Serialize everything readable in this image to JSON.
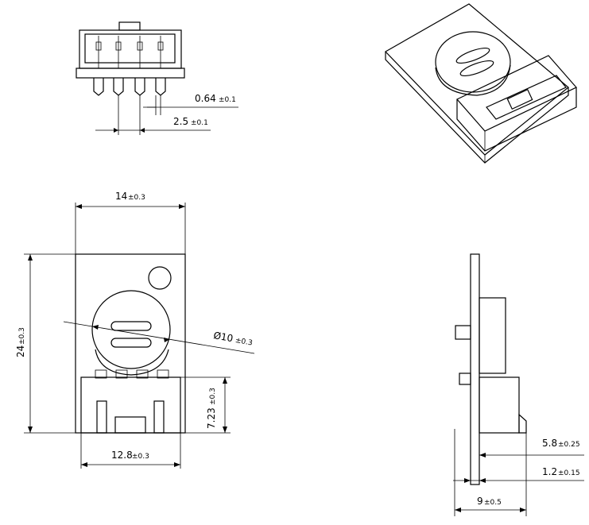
{
  "dimensions": {
    "pin_width": {
      "value": "0.64",
      "tol": "±0.1"
    },
    "pin_pitch": {
      "value": "2.5",
      "tol": "±0.1"
    },
    "board_width": {
      "value": "14",
      "tol": "±0.3"
    },
    "board_height": {
      "value": "24",
      "tol": "±0.3"
    },
    "sensor_diameter": {
      "value": "Ø10",
      "tol": "±0.3"
    },
    "connector_height": {
      "value": "7.23",
      "tol": "±0.3"
    },
    "connector_width": {
      "value": "12.8",
      "tol": "±0.3"
    },
    "side_offset_a": {
      "value": "5.8",
      "tol": "±0.25"
    },
    "side_offset_b": {
      "value": "1.2",
      "tol": "±0.15"
    },
    "side_depth": {
      "value": "9",
      "tol": "±0.5"
    }
  }
}
